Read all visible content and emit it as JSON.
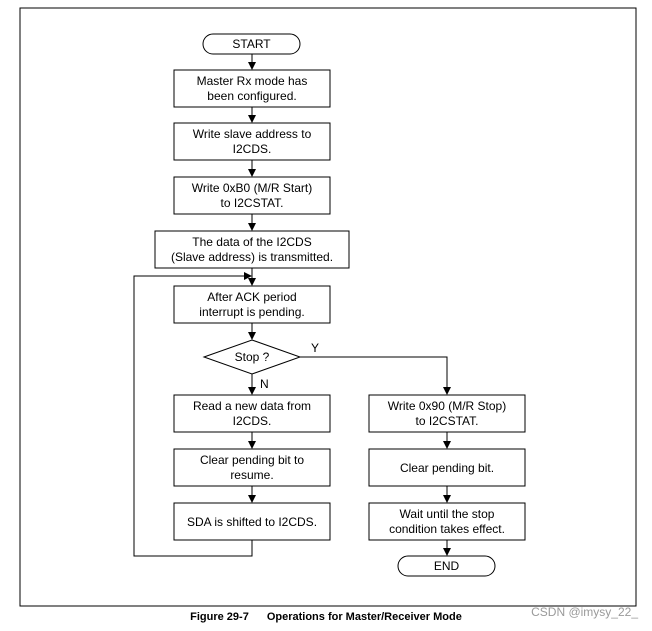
{
  "nodes": {
    "start": {
      "text": "START"
    },
    "configured": {
      "line1": "Master Rx mode has",
      "line2": "been configured."
    },
    "write_slave": {
      "line1": "Write slave address to",
      "line2": "I2CDS."
    },
    "write_b0": {
      "line1": "Write 0xB0 (M/R Start)",
      "line2": "to I2CSTAT."
    },
    "transmitted": {
      "line1": "The data of the I2CDS",
      "line2": "(Slave address) is transmitted."
    },
    "ack": {
      "line1": "After ACK period",
      "line2": "interrupt is pending."
    },
    "stop_decision": {
      "text": "Stop ?"
    },
    "read_data": {
      "line1": "Read a new data from",
      "line2": "I2CDS."
    },
    "clear_resume": {
      "line1": "Clear pending bit to",
      "line2": "resume."
    },
    "sda_shift": {
      "text": "SDA is shifted to I2CDS."
    },
    "write_90": {
      "line1": "Write 0x90 (M/R Stop)",
      "line2": "to I2CSTAT."
    },
    "clear_pending": {
      "text": "Clear pending bit."
    },
    "wait_stop": {
      "line1": "Wait until the stop",
      "line2": "condition takes effect."
    },
    "end": {
      "text": "END"
    }
  },
  "branch_labels": {
    "yes": "Y",
    "no": "N"
  },
  "caption": {
    "figure_number": "Figure 29-7",
    "title": "Operations for Master/Receiver Mode"
  },
  "watermark": "CSDN @imysy_22_"
}
